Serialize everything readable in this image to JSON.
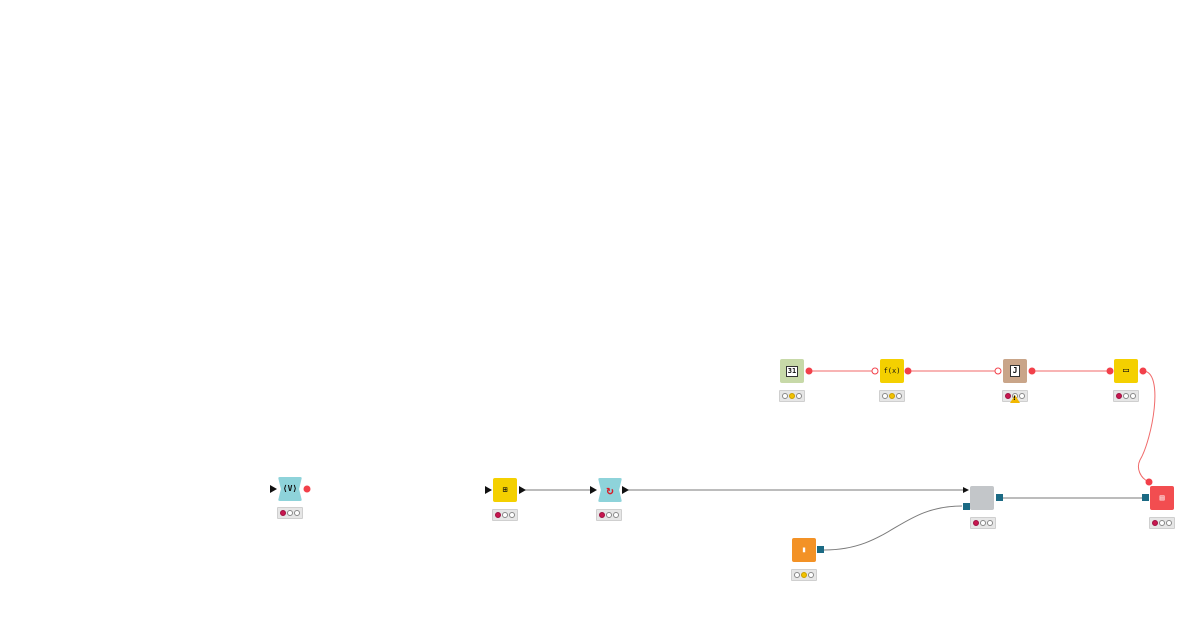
{
  "colors": {
    "flow_variable_line": "#f06a6a",
    "data_line": "#7a7a7a",
    "flow_port": "#f2404a",
    "data_port": "#1b6a84",
    "status_red": "#c8174f",
    "status_yellow": "#f2c200",
    "background": "#ffffff"
  },
  "nodes": [
    {
      "id": "node-1",
      "icon": "string-input-icon",
      "glyph": "⟨V⟩",
      "color": "#8ed3da",
      "shape": "quickform",
      "status": [
        "red",
        "off",
        "off"
      ],
      "warning": false
    },
    {
      "id": "node-2",
      "icon": "column-filter-icon",
      "glyph": "⊞",
      "color": "#f4d000",
      "shape": "square",
      "status": [
        "red",
        "off",
        "off"
      ],
      "warning": false
    },
    {
      "id": "node-3",
      "icon": "loop-icon",
      "glyph": "↻",
      "color": "#8ed3da",
      "shape": "quickform",
      "status": [
        "red",
        "off",
        "off"
      ],
      "warning": false
    },
    {
      "id": "node-4",
      "icon": "metanode-icon",
      "glyph": "",
      "color": "#c3c6c9",
      "shape": "square",
      "status": [
        "red",
        "off",
        "off"
      ],
      "warning": false
    },
    {
      "id": "node-5",
      "icon": "file-reader-icon",
      "glyph": "▮",
      "color": "#f39226",
      "shape": "square",
      "status": [
        "off",
        "yellow",
        "off"
      ],
      "warning": false
    },
    {
      "id": "node-6",
      "icon": "report-writer-icon",
      "glyph": "▤",
      "color": "#f24d50",
      "shape": "square",
      "status": [
        "red",
        "off",
        "off"
      ],
      "warning": false
    },
    {
      "id": "node-7",
      "icon": "date-input-icon",
      "glyph": "31",
      "color": "#c7d9a8",
      "shape": "square",
      "status": [
        "off",
        "yellow",
        "off"
      ],
      "warning": false
    },
    {
      "id": "node-8",
      "icon": "math-formula-variable-icon",
      "glyph": "f(x)",
      "color": "#f4d000",
      "shape": "square",
      "status": [
        "off",
        "yellow",
        "off"
      ],
      "warning": false
    },
    {
      "id": "node-9",
      "icon": "java-snippet-variable-icon",
      "glyph": "J",
      "color": "#c9a589",
      "shape": "square",
      "status": [
        "red",
        "off",
        "off"
      ],
      "warning": true
    },
    {
      "id": "node-10",
      "icon": "variable-to-table-icon",
      "glyph": "▭",
      "color": "#f4d000",
      "shape": "square",
      "status": [
        "red",
        "off",
        "off"
      ],
      "warning": false
    }
  ]
}
